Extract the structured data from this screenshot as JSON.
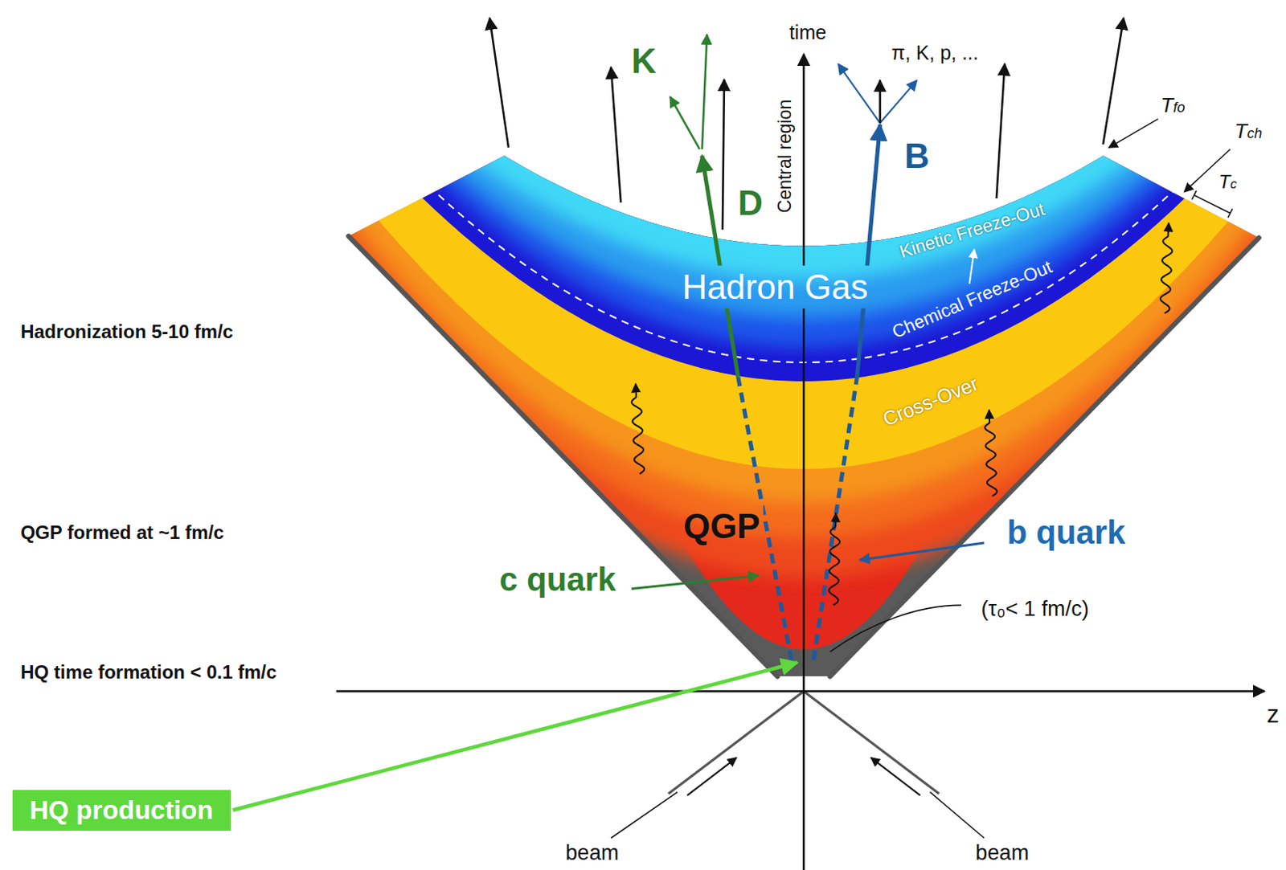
{
  "diagram": {
    "nodes": [
      {
        "text": [
          "HQ production"
        ]
      }
    ],
    "labels": [
      "time",
      "π, K, p, ...",
      "K",
      "B",
      "D",
      "Central region",
      "Tfo",
      "Tch",
      "Tc",
      "Kinetic Freeze-Out",
      "Hadron Gas",
      "Chemical Freeze-Out",
      "Hadronization 5-10 fm/c",
      "Cross-Over",
      "QGP",
      "b quark",
      "QGP formed at ~1 fm/c",
      "c quark",
      "(τ₀< 1 fm/c)",
      "HQ time formation < 0.1 fm/c",
      "z",
      "beam",
      "beam"
    ]
  }
}
